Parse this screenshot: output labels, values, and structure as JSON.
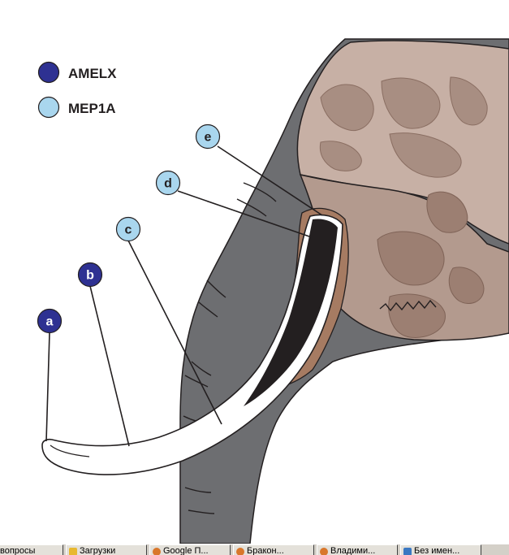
{
  "legend": [
    {
      "label": "AMELX",
      "color": "#2e3192"
    },
    {
      "label": "MEP1A",
      "color": "#a9d6ee"
    }
  ],
  "markers": [
    {
      "letter": "a",
      "gene": "AMELX"
    },
    {
      "letter": "b",
      "gene": "AMELX"
    },
    {
      "letter": "c",
      "gene": "MEP1A"
    },
    {
      "letter": "d",
      "gene": "MEP1A"
    },
    {
      "letter": "e",
      "gene": "MEP1A"
    }
  ],
  "colors": {
    "skin": "#6d6e71",
    "skull": "#c7b0a5",
    "skull_dark": "#9c7f72",
    "tusk": "#ffffff",
    "pulp": "#231f20",
    "outline": "#231f20"
  },
  "taskbar": {
    "items": [
      {
        "label": "вопросы",
        "icon": "window-icon"
      },
      {
        "label": "Загрузки",
        "icon": "folder-icon"
      },
      {
        "label": "Google П...",
        "icon": "browser-icon"
      },
      {
        "label": "Бракон...",
        "icon": "browser-icon"
      },
      {
        "label": "Владими...",
        "icon": "browser-icon"
      },
      {
        "label": "Без имен...",
        "icon": "document-icon"
      }
    ]
  }
}
